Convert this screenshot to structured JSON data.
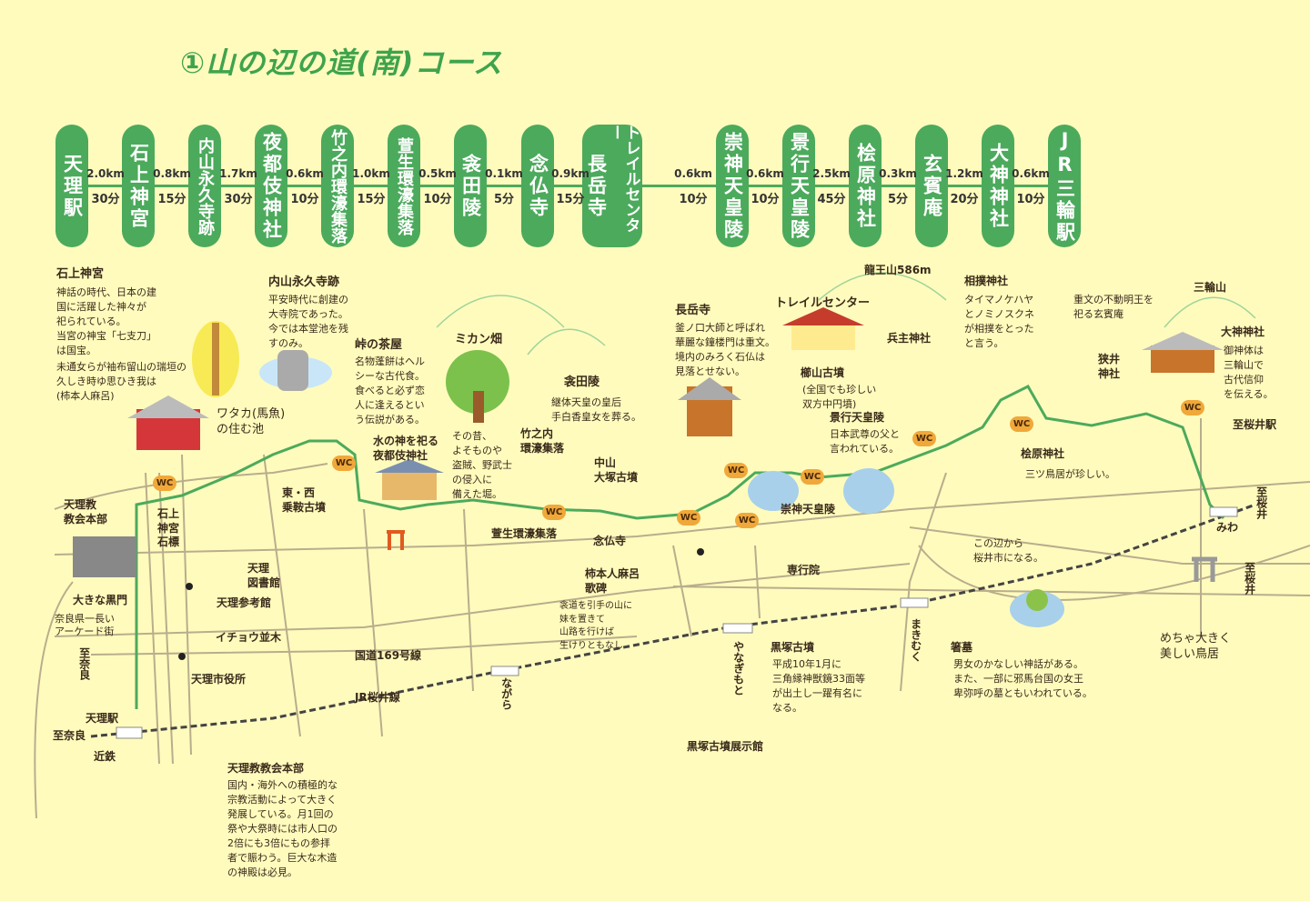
{
  "title": "①山の辺の道(南)コース",
  "course": {
    "stations": [
      "天理駅",
      "石上神宮",
      "内山永久寺跡",
      "夜都伎神社",
      "竹之内環濠集落",
      "萱生環濠集落",
      "衾田陵",
      "念仏寺",
      "長岳寺",
      "トレイルセンター",
      "崇神天皇陵",
      "景行天皇陵",
      "桧原神社",
      "玄賓庵",
      "大神神社",
      "JR三輪駅"
    ],
    "segments": [
      {
        "km": "2.0km",
        "min": "30分"
      },
      {
        "km": "0.8km",
        "min": "15分"
      },
      {
        "km": "1.7km",
        "min": "30分"
      },
      {
        "km": "0.6km",
        "min": "10分"
      },
      {
        "km": "1.0km",
        "min": "15分"
      },
      {
        "km": "0.5km",
        "min": "10分"
      },
      {
        "km": "0.1km",
        "min": "5分"
      },
      {
        "km": "0.9km",
        "min": "15分"
      },
      {
        "km": "0.6km",
        "min": "10分"
      },
      {
        "km": "0.6km",
        "min": "10分"
      },
      {
        "km": "2.5km",
        "min": "45分"
      },
      {
        "km": "0.3km",
        "min": "5分"
      },
      {
        "km": "1.2km",
        "min": "20分"
      },
      {
        "km": "0.6km",
        "min": "10分"
      }
    ]
  },
  "notes": {
    "isonokami": {
      "title": "石上神宮",
      "body": "神話の時代、日本の建\n国に活躍した神々が\n祀られている。\n当宮の神宝「七支刀」\nは国宝。",
      "poem": "未通女らが袖布留山の瑞垣の\n久しき時ゆ思ひき我は\n(柿本人麻呂)"
    },
    "uchiyama": {
      "title": "内山永久寺跡",
      "body": "平安時代に創建の\n大寺院であった。\n今では本堂池を残\nすのみ。"
    },
    "chaya": {
      "title": "峠の茶屋",
      "body": "名物蓬餅はヘル\nシーな古代食。\n食べると必ず恋\n人に逢えるとい\nう伝説がある。"
    },
    "wataka": "ワタカ(馬魚)\nの住む池",
    "mikan": "ミカン畑",
    "fusumada": {
      "title": "衾田陵",
      "body": "継体天皇の皇后\n手白香皇女を葬る。"
    },
    "yatogi": "水の神を祀る\n夜都伎神社",
    "hori": "その昔、\nよそものや\n盗賊、野武士\nの侵入に\n備えた堀。",
    "takenouchi": "竹之内\n環濠集落",
    "nakayama": "中山\n大塚古墳",
    "kayu": "萱生環濠集落",
    "nenbutsuji": "念仏寺",
    "hitomaro": {
      "title": "柿本人麻呂\n歌碑",
      "body": "衾道を引手の山に\n妹を置きて\n山路を行けば\n生けりともなし"
    },
    "chogakuji": {
      "title": "長岳寺",
      "body": "釜ノ口大師と呼ばれ\n華麗な鐘楼門は重文。\n境内のみろく石仏は\n見落とせない。"
    },
    "trail": "トレイルセンター",
    "ryuo": "龍王山586m",
    "hyozu": "兵主神社",
    "kushiyama": {
      "title": "櫛山古墳",
      "body": "(全国でも珍しい\n双方中円墳)"
    },
    "keiko": {
      "title": "景行天皇陵",
      "body": "日本武尊の父と\n言われている。"
    },
    "sujin": "崇神天皇陵",
    "sumo": {
      "title": "相撲神社",
      "body": "タイマノケハヤ\nとノミノスクネ\nが相撲をとった\nと言う。"
    },
    "genpin": "重文の不動明王を\n祀る玄賓庵",
    "miwayama": "三輪山",
    "omiwa": {
      "title": "大神神社",
      "body": "御神体は\n三輪山で\n古代信仰\nを伝える。"
    },
    "sai": "狭井\n神社",
    "hibara": {
      "title": "桧原神社",
      "body": "三ツ鳥居が珍しい。"
    },
    "to_sakurai_eki": "至桜井駅",
    "sakurai_city": "この辺から\n桜井市になる。",
    "hashihaka": {
      "title": "箸墓",
      "body": "男女のかなしい神話がある。\nまた、一部に邪馬台国の女王\n卑弥呼の墓ともいわれている。"
    },
    "torii": "めちゃ大きく\n美しい鳥居",
    "miwa_st": "みわ",
    "to_sakurai1": "至桜井",
    "to_sakurai2": "至桜井",
    "makimuku": "まきむく",
    "kurozuka": {
      "title": "黒塚古墳",
      "body": "平成10年1月に\n三角縁神獣鏡33面等\nが出土し一躍有名に\nなる。"
    },
    "yanagimoto": "やなぎもと",
    "kurozuka_museum": "黒塚古墳展示館",
    "sengyoin": "専行院",
    "nagara": "ながら",
    "route169": "国道169号線",
    "jr_line": "JR桜井線",
    "tenrikyo_small": "天理教\n教会本部",
    "kuromon": "大きな黒門",
    "arcade": "奈良県一長い\nアーケード街",
    "to_nara_v": "至奈良",
    "tenri_st": "天理駅",
    "to_nara": "至奈良",
    "kintetsu": "近鉄",
    "sekihyo": "石上\n神宮\n石標",
    "norikura": "東・西\n乗鞍古墳",
    "library": "天理\n図書館",
    "sankokan": "天理参考館",
    "icho": "イチョウ並木",
    "cityhall": "天理市役所",
    "tenrikyo": {
      "title": "天理教教会本部",
      "body": "国内・海外への積極的な\n宗教活動によって大きく\n発展している。月1回の\n祭や大祭時には市人口の\n2倍にも3倍にもの参拝\n者で賑わう。巨大な木造\nの神殿は必見。"
    }
  },
  "wc_label": "WC",
  "colors": {
    "background": "#fffbbd",
    "route": "#4caa5c",
    "title": "#3fa34d",
    "wc": "#f0a83a",
    "road": "#b9ad8c"
  }
}
